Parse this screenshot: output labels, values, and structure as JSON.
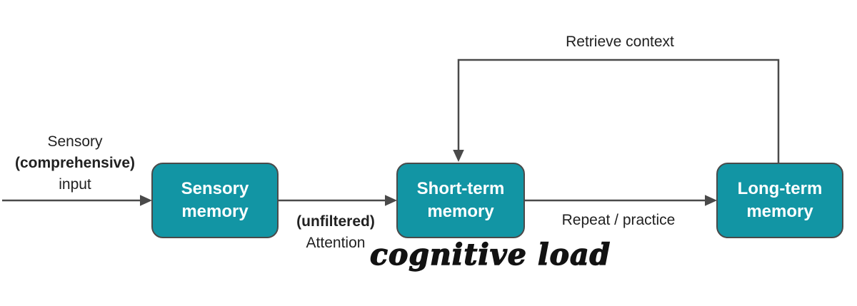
{
  "boxes": {
    "sensory": {
      "label": "Sensory memory"
    },
    "short_term": {
      "label": "Short-term memory"
    },
    "long_term": {
      "label": "Long-term memory"
    }
  },
  "labels": {
    "input_line1": "Sensory",
    "input_line2": "(comprehensive)",
    "input_line3": "input",
    "attention_line1": "(unfiltered)",
    "attention_line2": "Attention",
    "repeat": "Repeat / practice",
    "retrieve": "Retrieve context",
    "cognitive_load": "cognitive load"
  },
  "colors": {
    "box_fill": "#1295A4",
    "box_border": "#4A4A4A",
    "line": "#4A4A4A",
    "text": "#212121",
    "box_text": "#FFFFFF",
    "bg": "#FFFFFF"
  }
}
